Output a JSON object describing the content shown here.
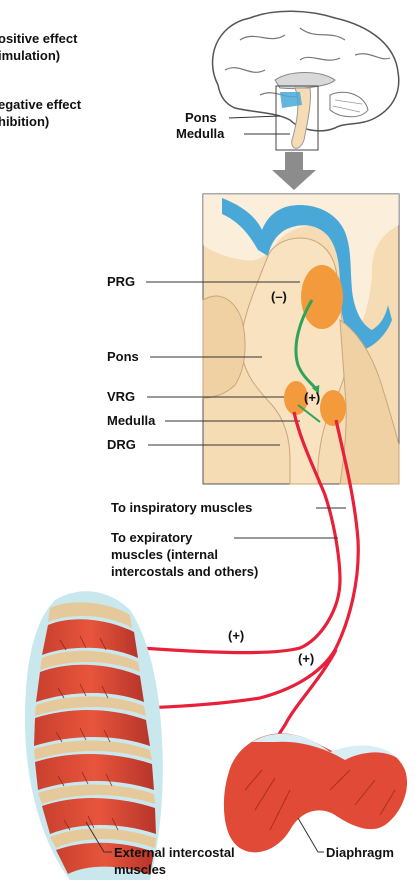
{
  "legend": {
    "positive_line1": "ositive effect",
    "positive_line2": "imulation)",
    "negative_line1": "egative effect",
    "negative_line2": "hibition)"
  },
  "brain_labels": {
    "pons": "Pons",
    "medulla": "Medulla"
  },
  "brainstem_labels": {
    "prg": "PRG",
    "pons": "Pons",
    "vrg": "VRG",
    "medulla": "Medulla",
    "drg": "DRG"
  },
  "signs": {
    "inhibit": "(–)",
    "stim_vrg": "(+)",
    "stim_left": "(+)",
    "stim_right": "(+)"
  },
  "pathway_labels": {
    "inspiratory": "To inspiratory muscles",
    "expiratory_line1": "To expiratory",
    "expiratory_line2": "muscles (internal",
    "expiratory_line3": "intercostals and others)"
  },
  "muscle_labels": {
    "external_line1": "External intercostal",
    "external_line2": "muscles",
    "diaphragm": "Diaphragm"
  },
  "colors": {
    "stimulation": "#e8203a",
    "inhibition": "#2ea35a",
    "nucleus": "#f29a3c",
    "tissue": "#f6dcb4",
    "csf": "#4aa8d8",
    "arrow": "#8c8c8c"
  }
}
